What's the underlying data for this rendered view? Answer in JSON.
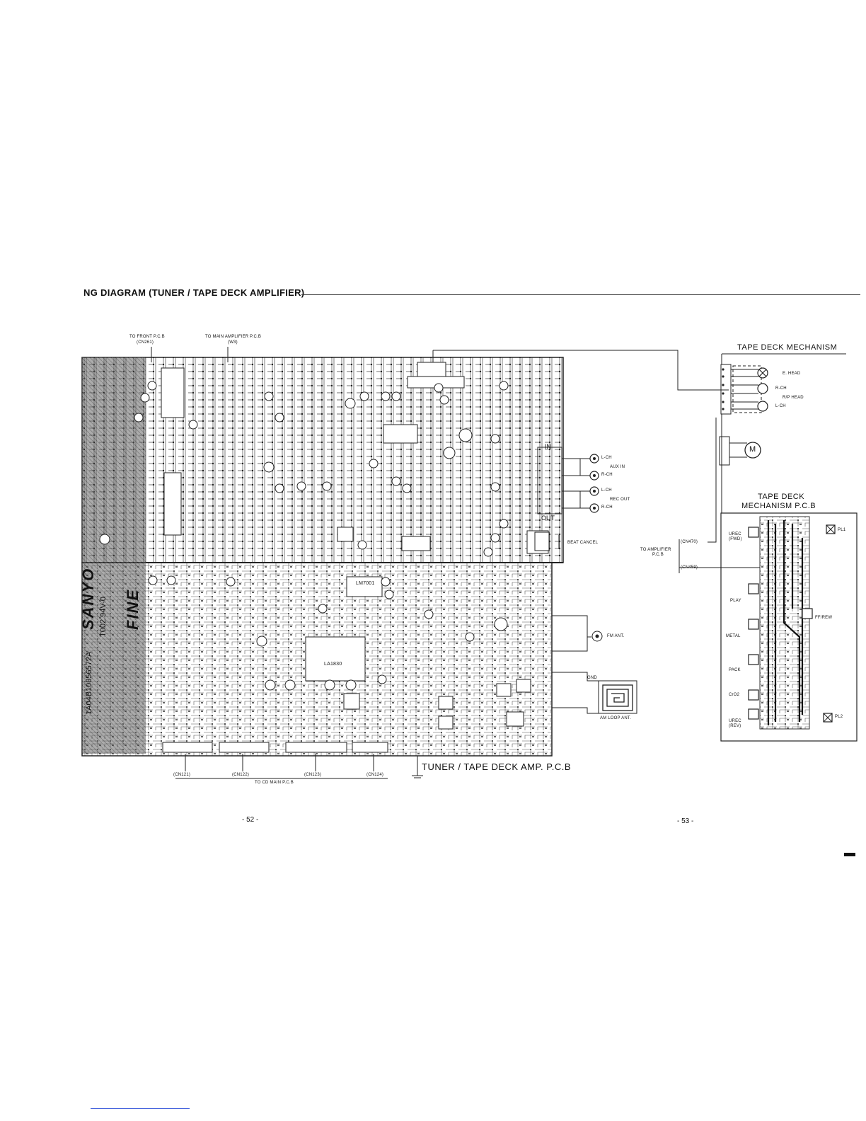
{
  "header": {
    "title": "NG DIAGRAM (TUNER / TAPE DECK AMPLIFIER)"
  },
  "labels": {
    "to_front_pcb": "TO FRONT P.C.B",
    "cn261": "(CN261)",
    "to_main_amp": "TO MAIN AMPLIFIER P.C.B",
    "w3": "(W3)",
    "tape_deck_mechanism": "TAPE DECK MECHANISM",
    "e_head": "E. HEAD",
    "r_ch_top": "R-CH",
    "rp_head": "R/P HEAD",
    "l_ch_top": "L-CH",
    "motor": "M",
    "aux_l_ch": "L-CH",
    "aux_in": "AUX IN",
    "aux_r_ch": "R-CH",
    "rec_l_ch": "L-CH",
    "rec_out": "REC OUT",
    "rec_r_ch": "R-CH",
    "in_label": "IN",
    "out_label": "OUT",
    "beat_cancel": "BEAT CANCEL",
    "fm_ant": "FM ANT.",
    "gnd": "GND",
    "am_loop_ant": "AM LOOP ANT.",
    "tape_deck_mech_pcb_1": "TAPE DECK",
    "tape_deck_mech_pcb_2": "MECHANISM P.C.B",
    "to_amplifier": "TO AMPLIFIER",
    "pcb_short": "P.C.B",
    "cn470": "(CN470)",
    "cn459": "(CN459)",
    "urec_fwd_1": "UREC",
    "urec_fwd_2": "(FWD)",
    "pl1": "PL1",
    "play": "PLAY",
    "ff_rew": "FF/REW",
    "metal": "METAL",
    "pack": "PACK",
    "cro2": "CrO2",
    "urec_rev_1": "UREC",
    "urec_rev_2": "(REV)",
    "pl2": "PL2",
    "cn121": "(CN121)",
    "cn122": "(CN122)",
    "cn123": "(CN123)",
    "cn124": "(CN124)",
    "to_cd_main": "TO CD MAIN P.C.B",
    "pcb_title": "TUNER / TAPE DECK AMP. P.C.B",
    "sanyo": "SANYO",
    "fine": "FINE",
    "board_code": "1A04B10856572A",
    "board_code2": "T002 94V-0",
    "ic_la1830": "LA1830",
    "ic_lm7001": "LM7001",
    "page_left": "- 52 -",
    "page_right": "- 53 -"
  }
}
